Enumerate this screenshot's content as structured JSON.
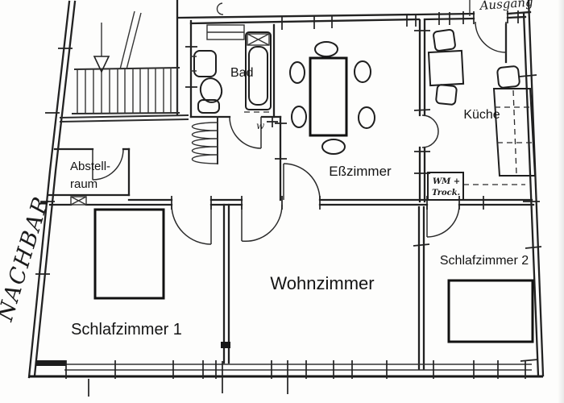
{
  "document_type": "scanned apartment floor plan",
  "rooms": {
    "bad": "Bad",
    "kueche": "Küche",
    "esszimmer": "Eßzimmer",
    "abstellraum_line1": "Abstell-",
    "abstellraum_line2": "raum",
    "schlafzimmer1": "Schlafzimmer 1",
    "wohnzimmer": "Wohnzimmer",
    "schlafzimmer2": "Schlafzimmer 2"
  },
  "annotations": {
    "ausgang": "Ausgang",
    "nachbar": "NACHBAR",
    "wm": "WM +",
    "trock": "Trock.",
    "wall_mark_w": "w"
  },
  "colors": {
    "ink": "#222222",
    "paper": "#fdfdfc"
  }
}
